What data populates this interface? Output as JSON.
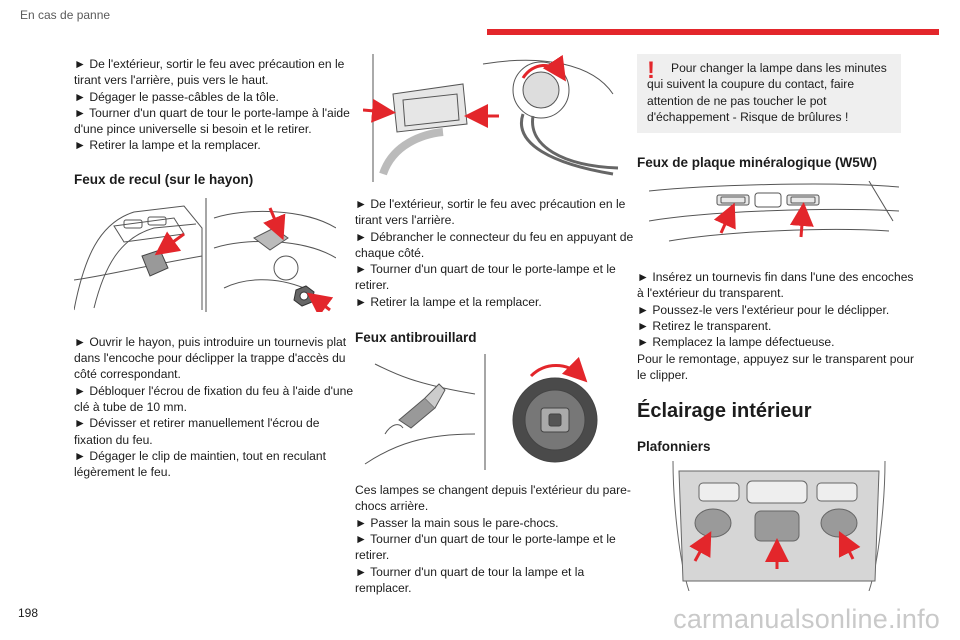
{
  "header": {
    "section_title": "En cas de panne",
    "accent_color": "#e3262b"
  },
  "page_number": "198",
  "watermark": "carmanualsonline.info",
  "col1": {
    "intro": [
      "► De l'extérieur, sortir le feu avec précaution en le tirant vers l'arrière, puis vers le haut.",
      "► Dégager le passe-câbles de la tôle.",
      "► Tourner d'un quart de tour le porte-lampe à l'aide d'une pince universelle si besoin et le retirer.",
      "► Retirer la lampe et la remplacer."
    ],
    "reversing_title": "Feux de recul (sur le hayon)",
    "reversing_steps": [
      "► Ouvrir le hayon, puis introduire un tournevis plat dans l'encoche pour déclipper la trappe d'accès du côté correspondant.",
      "► Débloquer l'écrou de fixation du feu à l'aide d'une clé à tube de 10 mm.",
      "► Dévisser et retirer manuellement l'écrou de fixation du feu.",
      "► Dégager le clip de maintien, tout en reculant légèrement le feu."
    ]
  },
  "col2": {
    "steps": [
      "► De l'extérieur, sortir le feu avec précaution en le tirant vers l'arrière.",
      "► Débrancher le connecteur du feu en appuyant de chaque côté.",
      "► Tourner d'un quart de tour le porte-lampe et le retirer.",
      "► Retirer la lampe et la remplacer."
    ],
    "fog_title": "Feux antibrouillard",
    "fog_steps": [
      "Ces lampes se changent depuis l'extérieur du pare-chocs arrière.",
      "► Passer la main sous le pare-chocs.",
      "► Tourner d'un quart de tour le porte-lampe et le retirer.",
      "► Tourner d'un quart de tour la lampe et la remplacer."
    ]
  },
  "col3": {
    "warning_mark": "!",
    "warning_text": "Pour changer la lampe dans les minutes qui suivent la coupure du contact, faire attention de ne pas toucher le pot d'échappement - Risque de brûlures !",
    "plate_title": "Feux de plaque minéralogique (W5W)",
    "plate_steps": [
      "► Insérez un tournevis fin dans l'une des encoches à l'extérieur du transparent.",
      "► Poussez-le vers l'extérieur pour le déclipper.",
      "► Retirez le transparent.",
      "► Remplacez la lampe défectueuse.",
      "Pour le remontage, appuyez sur le transparent pour le clipper."
    ],
    "interior_title": "Éclairage intérieur",
    "courtesy_title": "Plafonniers"
  }
}
